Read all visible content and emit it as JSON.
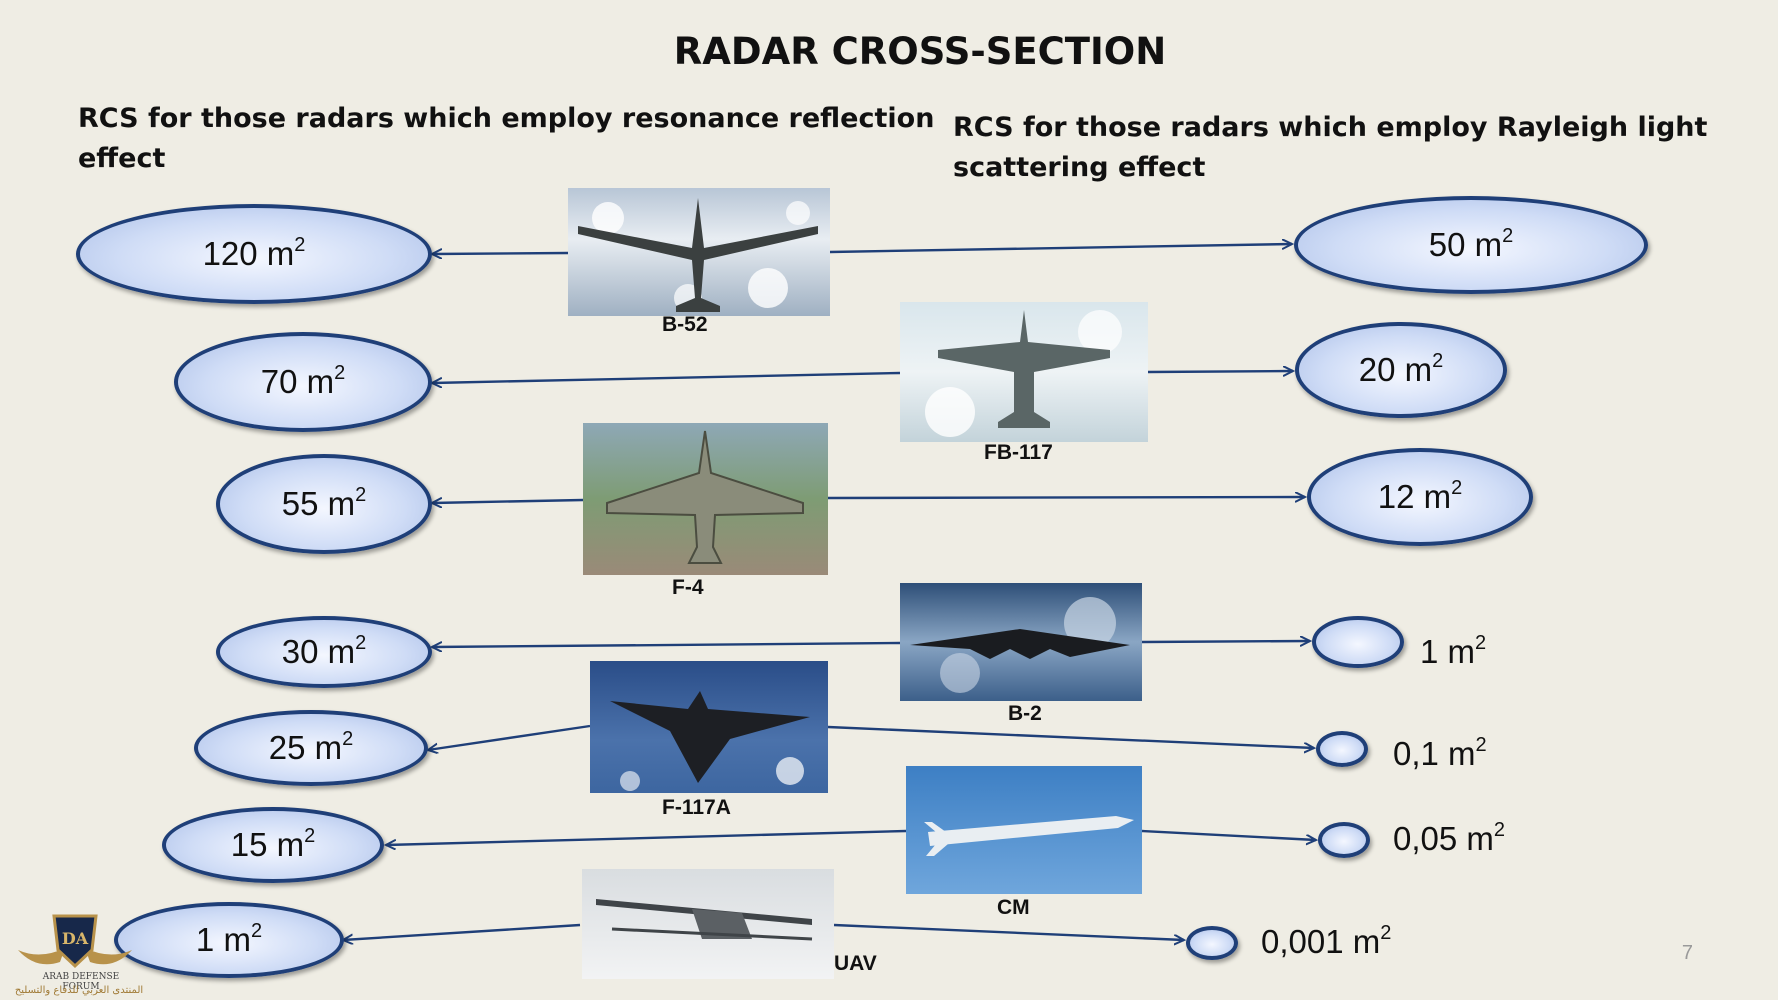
{
  "title": "RADAR CROSS-SECTION",
  "subtitle_left_line1": "RCS for those radars which employ resonance reflection",
  "subtitle_left_line2": "effect",
  "subtitle_right_line1": "RCS for those radars which employ Rayleigh light",
  "subtitle_right_line2": "scattering effect",
  "unit": "m",
  "unit_exp": "2",
  "aircraft": [
    {
      "name": "B-52",
      "left_value": "120",
      "right_value": "50"
    },
    {
      "name": "FB-117",
      "left_value": "70",
      "right_value": "20"
    },
    {
      "name": "F-4",
      "left_value": "55",
      "right_value": "12"
    },
    {
      "name": "B-2",
      "left_value": "30",
      "right_value": "1"
    },
    {
      "name": "F-117A",
      "left_value": "25",
      "right_value": "0,1"
    },
    {
      "name": "CM",
      "left_value": "15",
      "right_value": "0,05"
    },
    {
      "name": "UAV",
      "left_value": "1",
      "right_value": "0,001"
    }
  ],
  "page_number": "7",
  "logo": {
    "initials": "DA",
    "line1": "ARAB DEFENSE FORUM",
    "line2": "المنتدى العربي للدفاع والتسليح"
  },
  "colors": {
    "background": "#efede4",
    "arrow": "#1f3f78",
    "ellipse_border": "#1f3f78",
    "ellipse_fill": "#cfdcf6"
  }
}
